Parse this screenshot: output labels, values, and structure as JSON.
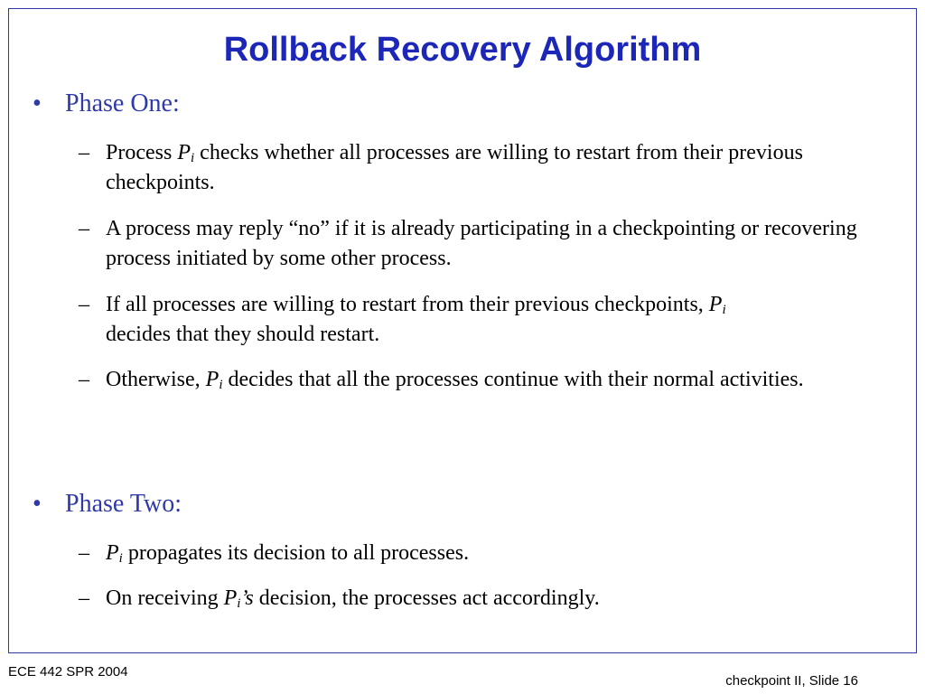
{
  "slide": {
    "title": "Rollback Recovery Algorithm",
    "bullet_glyph": "•",
    "dash_glyph": "–",
    "phase_one": {
      "label": "Phase One:",
      "items": [
        {
          "pre": "Process ",
          "var": "P",
          "subscript": "i",
          "post": " checks whether all processes are willing to restart from their previous checkpoints."
        },
        {
          "text": "A process may reply “no” if it is already participating in a checkpointing or recovering process initiated by some other process."
        },
        {
          "pre": "If all processes are willing to restart from their previous checkpoints, ",
          "var": "P",
          "subscript": "i",
          "post": " decides that they should restart."
        },
        {
          "pre": "Otherwise, ",
          "var": "P",
          "subscript": "i",
          "post": " decides that all the processes continue with their normal activities."
        }
      ]
    },
    "phase_two": {
      "label": "Phase Two:",
      "items": [
        {
          "pre": "",
          "var": "P",
          "subscript": "i",
          "post": " propagates its decision to all processes."
        },
        {
          "pre": "On receiving ",
          "var": "P",
          "subscript": "i",
          "var_suffix": "’s",
          "post": " decision, the processes act accordingly."
        }
      ]
    }
  },
  "footer": {
    "course": "ECE 442 SPR 2004",
    "slide_label": "checkpoint II, Slide 16"
  },
  "colors": {
    "title": "#1c27b8",
    "bullet": "#2f3aa8",
    "frame": "#2f3aa8",
    "body_text": "#000000"
  }
}
